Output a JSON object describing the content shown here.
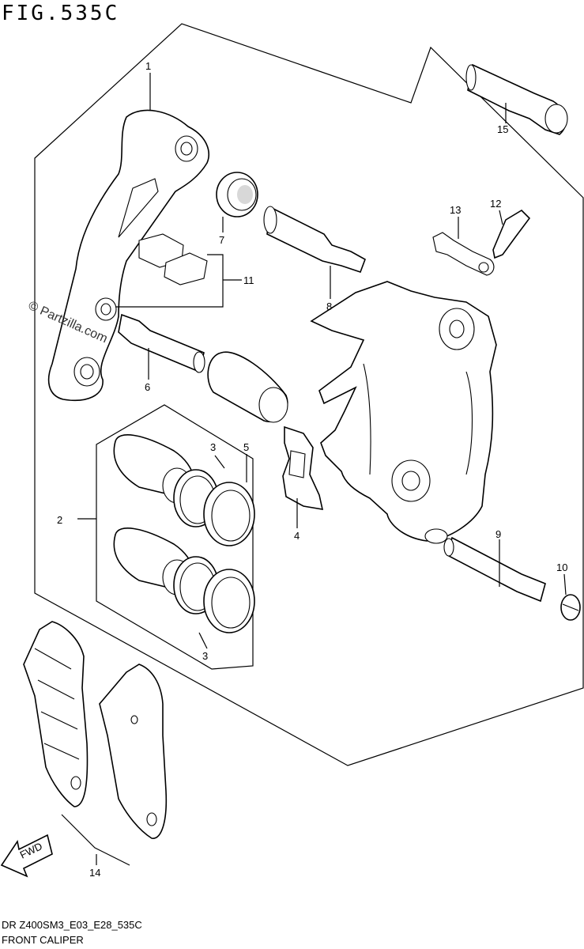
{
  "figure": {
    "title": "FIG.535C",
    "watermark": "© Partzilla.com",
    "footer_code": "DR Z400SM3_E03_E28_535C",
    "footer_name": "FRONT CALIPER",
    "direction_arrow": "FWD"
  },
  "callouts": {
    "c1": "1",
    "c2": "2",
    "c3a": "3",
    "c3b": "3",
    "c4": "4",
    "c5": "5",
    "c6": "6",
    "c7": "7",
    "c8": "8",
    "c9": "9",
    "c10": "10",
    "c11": "11",
    "c12": "12",
    "c13": "13",
    "c14": "14",
    "c15": "15"
  }
}
